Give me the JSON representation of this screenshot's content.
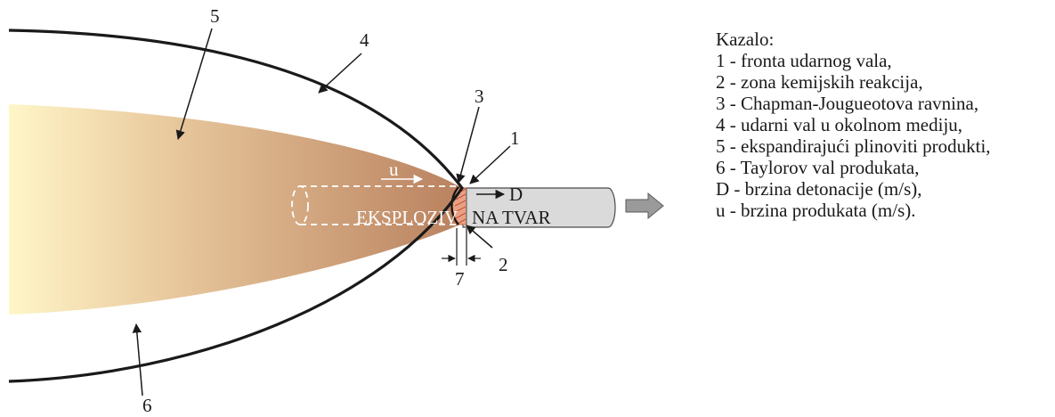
{
  "diagram": {
    "labels": {
      "n1": "1",
      "n2": "2",
      "n3": "3",
      "n4": "4",
      "n5": "5",
      "n6": "6",
      "n7": "7",
      "u": "u",
      "D": "D",
      "explosive_left": "EKSPLOZIV",
      "explosive_right": "NA TVAR"
    },
    "colors": {
      "products_light": "#fff6c8",
      "products_dark": "#b9815f",
      "cylinder": "#dadada",
      "arrow": "#9a9a9a",
      "reaction_zone": "#e8a183"
    }
  },
  "legend": {
    "title": "Kazalo:",
    "items": [
      "1 - fronta udarnog vala,",
      "2 - zona kemijskih reakcija,",
      "3 - Chapman-Jougueotova ravnina,",
      "4 - udarni val u okolnom mediju,",
      "5 - ekspandirajući plinoviti produkti,",
      "6 - Taylorov val produkata,",
      "D - brzina detonacije (m/s),",
      "u - brzina produkata (m/s)."
    ]
  }
}
